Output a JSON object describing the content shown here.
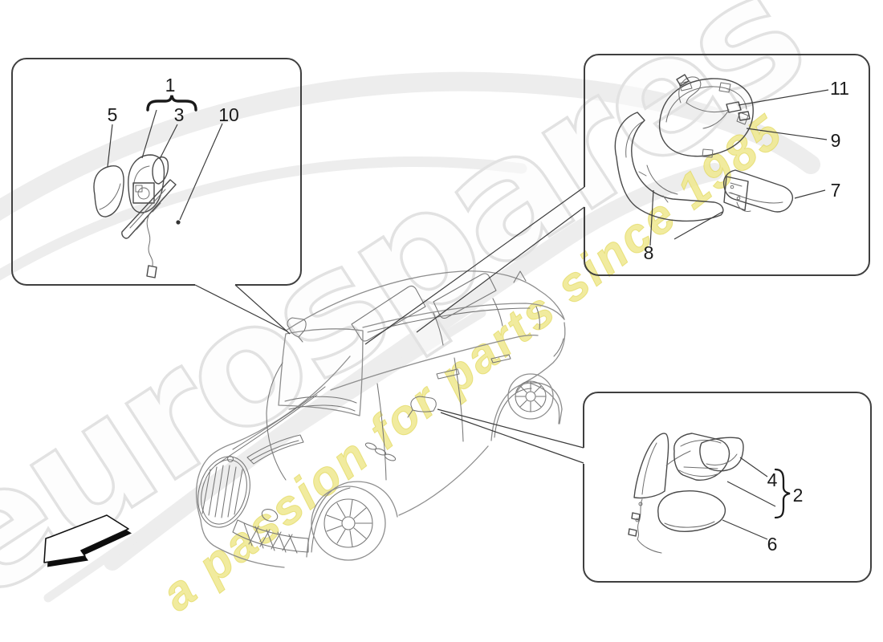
{
  "watermark": {
    "brand": "eurospares",
    "tagline": "a passion for parts since 1985",
    "brand_outline_color": "#e3e3e3",
    "tagline_color": "#ece37f"
  },
  "callouts": {
    "part1": "1",
    "part2": "2",
    "part3": "3",
    "part4": "4",
    "part5": "5",
    "part6": "6",
    "part7": "7",
    "part8": "8",
    "part9": "9",
    "part10": "10",
    "part11": "11"
  },
  "panels": [
    {
      "name": "door-mirror-exploded",
      "position": "top-left",
      "callouts": [
        "1",
        "3",
        "5",
        "10"
      ]
    },
    {
      "name": "interior-rearview-mirror-exploded",
      "position": "top-right",
      "callouts": [
        "11",
        "9",
        "7",
        "8"
      ]
    },
    {
      "name": "door-mirror-assembly",
      "position": "bottom-right",
      "callouts": [
        "4",
        "2",
        "6"
      ]
    }
  ],
  "colors": {
    "diagram_line": "#3f3f3f",
    "car_line": "#8e8e8e",
    "label_text": "#1a1a1a",
    "background": "#ffffff"
  }
}
